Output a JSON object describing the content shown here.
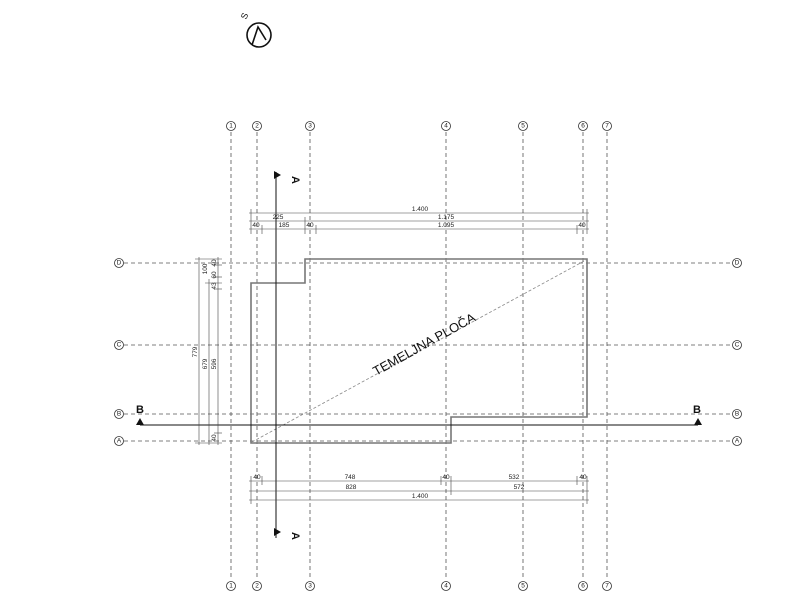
{
  "drawing": {
    "north_label": "S",
    "plate_label": "TEMELJNA PLOČA",
    "section_a": "A",
    "section_b": "B",
    "axes_columns": [
      "1",
      "2",
      "3",
      "4",
      "5",
      "6",
      "7"
    ],
    "axes_rows": [
      "D",
      "C",
      "B",
      "A"
    ]
  },
  "dims": {
    "top": {
      "total": "1.400",
      "sub": "1.175",
      "left_225": "225",
      "left_40": "40",
      "seg_185": "185",
      "mid_40": "40",
      "seg_1095": "1.095",
      "right_40": "40"
    },
    "bottom": {
      "left_40": "40",
      "seg_748": "748",
      "mid_40": "40",
      "seg_532": "532",
      "right_40": "40",
      "seg_828": "828",
      "seg_572": "572",
      "total": "1.400"
    },
    "left": {
      "v779": "779",
      "v679": "679",
      "v596": "596",
      "v100": "100",
      "v43": "43",
      "v60": "60",
      "v40_top": "40",
      "v40_bot": "40"
    }
  }
}
